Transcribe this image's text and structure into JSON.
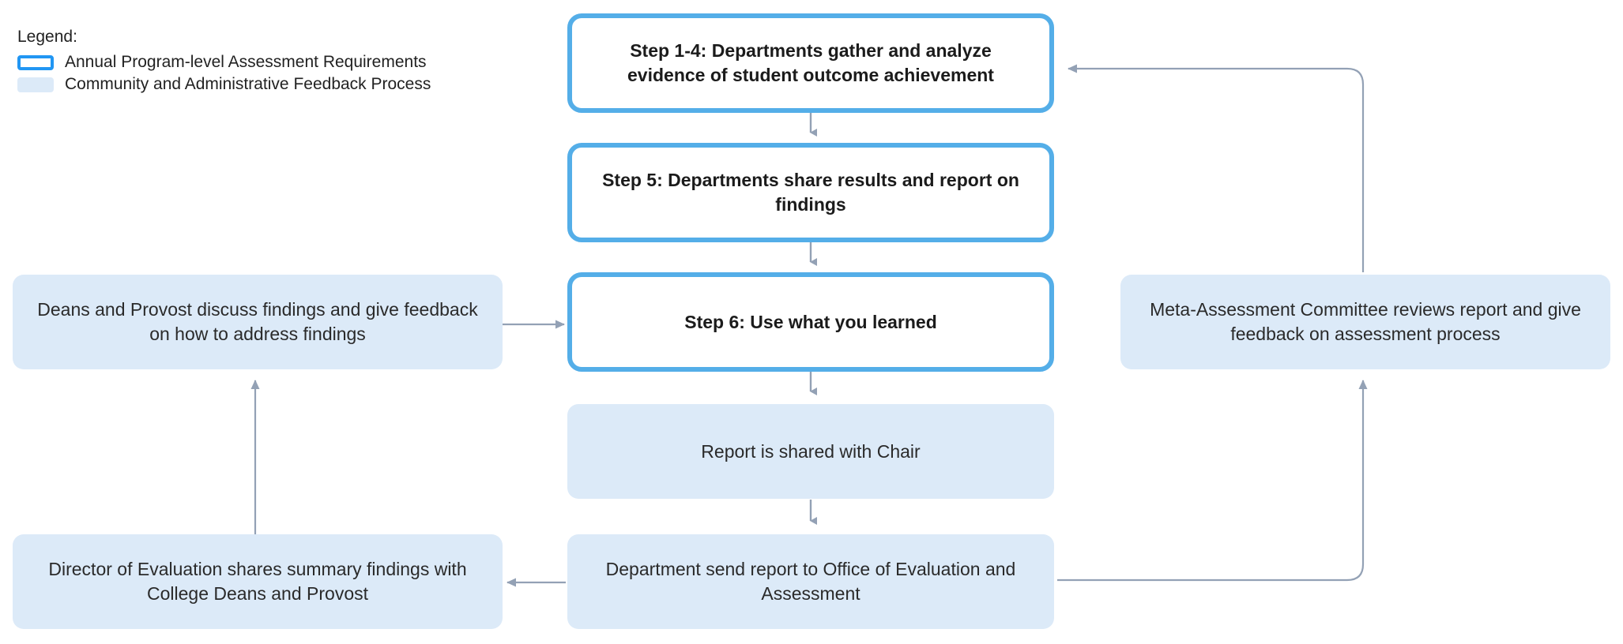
{
  "legend": {
    "title": "Legend:",
    "items": [
      {
        "label": "Annual Program-level Assessment Requirements",
        "style": "outline",
        "color": "#2196F3"
      },
      {
        "label": "Community and Administrative Feedback Process",
        "style": "filled",
        "color": "#DCEAF8"
      }
    ]
  },
  "colors": {
    "primary_border": "#54AEE8",
    "secondary_fill": "#DCEAF8",
    "connector": "#9AA5B8",
    "text": "#1b1b1b"
  },
  "nodes": {
    "step1_4": "Step 1-4: Departments gather and analyze evidence of student outcome achievement",
    "step5": "Step 5: Departments share results and report on findings",
    "step6": "Step 6: Use what you learned",
    "deans_provost": "Deans and Provost discuss findings and give feedback on how to address findings",
    "meta_assessment": "Meta-Assessment Committee reviews report and give feedback on assessment process",
    "report_chair": "Report is shared with Chair",
    "director_evaluation": "Director of Evaluation shares summary findings with College Deans and Provost",
    "send_report": "Department send report to Office of Evaluation and Assessment"
  },
  "edges": [
    {
      "from": "step1_4",
      "to": "step5",
      "direction": "down"
    },
    {
      "from": "step5",
      "to": "step6",
      "direction": "down"
    },
    {
      "from": "step6",
      "to": "report_chair",
      "direction": "down"
    },
    {
      "from": "report_chair",
      "to": "send_report",
      "direction": "down"
    },
    {
      "from": "deans_provost",
      "to": "step6",
      "direction": "right"
    },
    {
      "from": "send_report",
      "to": "director_evaluation",
      "direction": "left"
    },
    {
      "from": "director_evaluation",
      "to": "deans_provost",
      "direction": "up"
    },
    {
      "from": "send_report",
      "to": "meta_assessment",
      "direction": "right-up"
    },
    {
      "from": "meta_assessment",
      "to": "step1_4",
      "direction": "up-left"
    }
  ]
}
